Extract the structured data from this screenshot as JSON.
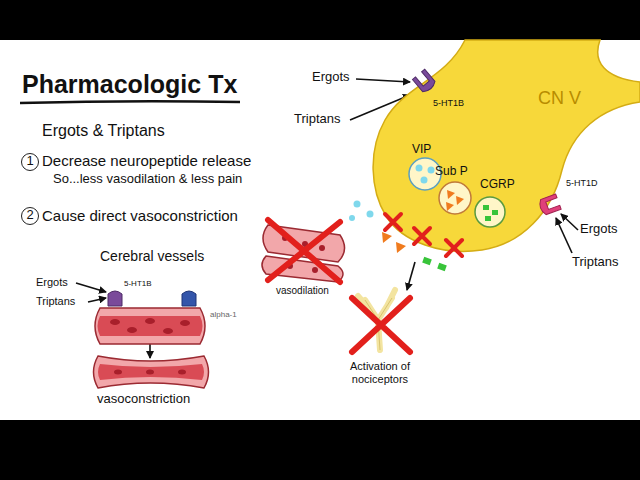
{
  "diagram": {
    "title": "Pharmacologic Tx",
    "nodes": [
      {
        "text": [
          "1"
        ]
      },
      {
        "text": [
          "2"
        ]
      },
      {
        "text": [
          "CN V",
          "VIP",
          "Sub P",
          "CGRP"
        ]
      }
    ],
    "labels": [
      "Ergots & Triptans",
      "Decrease neuropeptide release",
      "So...less vasodilation & less pain",
      "Cause direct vasoconstriction",
      "Cerebral vessels",
      "Ergots",
      "Triptans",
      "5-HT1B",
      "alpha-1",
      "vasoconstriction",
      "Ergots",
      "Triptans",
      "5-HT1B",
      "5-HT1D",
      "Ergots",
      "Triptans",
      "vasodilation",
      "Activation of nociceptors"
    ]
  }
}
